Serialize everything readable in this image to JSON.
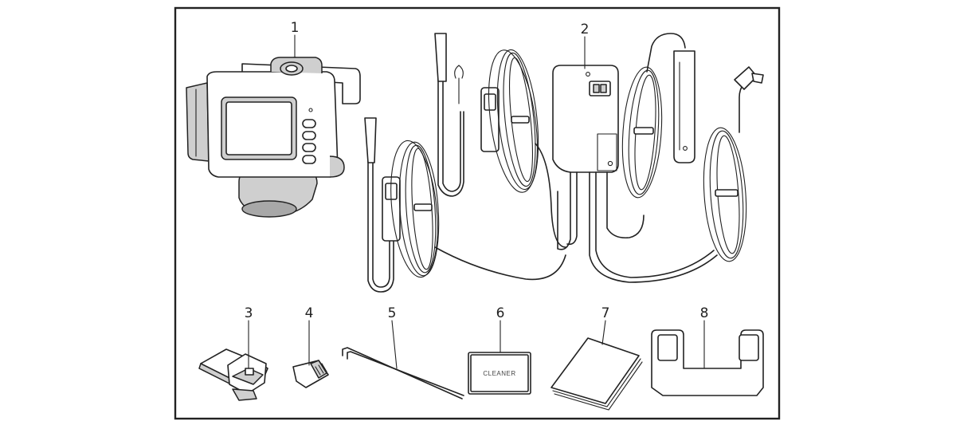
{
  "parts": [
    {
      "number": "1",
      "icon": "camera-unit"
    },
    {
      "number": "2",
      "icon": "power-control-box-with-cables"
    },
    {
      "number": "3",
      "icon": "mounting-bracket"
    },
    {
      "number": "4",
      "icon": "microsd-card"
    },
    {
      "number": "5",
      "icon": "hex-key"
    },
    {
      "number": "6",
      "icon": "cleaner-pad",
      "text": "CLEANER"
    },
    {
      "number": "7",
      "icon": "instruction-manual"
    },
    {
      "number": "8",
      "icon": "mounting-template"
    }
  ],
  "colors": {
    "line": "#222222",
    "frame": "#222222",
    "shade": "#cfcfcf",
    "dark_shade": "#a8a8a8"
  }
}
